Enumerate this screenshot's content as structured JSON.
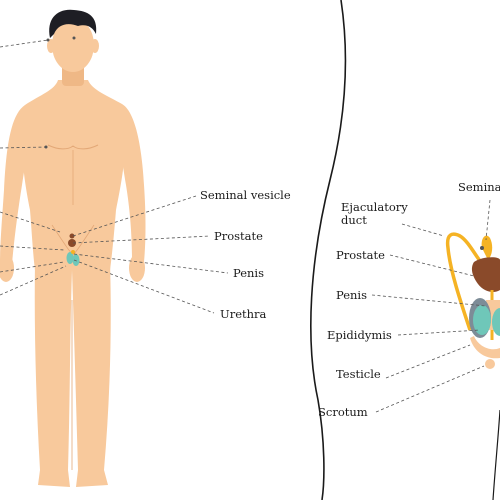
{
  "left_labels": {
    "seminal_vesicle": "Seminal vesicle",
    "prostate": "Prostate",
    "penis": "Penis",
    "urethra": "Urethra"
  },
  "right_labels": {
    "ejaculatory_duct_line1": "Ejaculatory",
    "ejaculatory_duct_line2": "duct",
    "seminal_partial": "Semina",
    "prostate": "Prostate",
    "penis": "Penis",
    "epididymis": "Epididymis",
    "testicle": "Testicle",
    "scrotum": "Scrotum"
  },
  "colors": {
    "skin": "#f8c99c",
    "hair": "#1e1e24",
    "prostate": "#8a4a2a",
    "vas_deferens": "#f5b324",
    "testicle": "#6fc7b9",
    "epididymis": "#7d8c97"
  }
}
